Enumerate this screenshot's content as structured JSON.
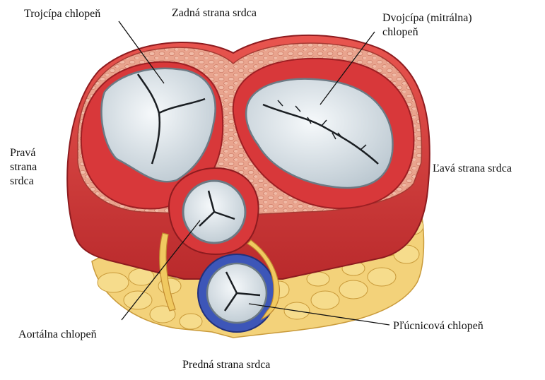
{
  "labels": {
    "tricuspid_valve": "Trojcípa chlopeň",
    "posterior_side": "Zadná strana srdca",
    "mitral_valve": "Dvojcípa (mitrálna)\nchlopeň",
    "right_side": "Pravá\nstrana\nsrdca",
    "left_side": "Ľavá strana srdca",
    "aortic_valve": "Aortálna chlopeň",
    "pulmonary_valve": "Pľúcnicová chlopeň",
    "anterior_side": "Predná strana srdca"
  },
  "colors": {
    "muscle": "#d8383a",
    "muscle_dark": "#a81f24",
    "muscle_light": "#ef7a72",
    "fibrous": "#e8a08a",
    "fat": "#f3d27a",
    "fat_edge": "#c99a3a",
    "valve_leaflet": "#e6eef2",
    "valve_edge": "#7e8c96",
    "pulmonary_ring": "#3d56b8"
  }
}
